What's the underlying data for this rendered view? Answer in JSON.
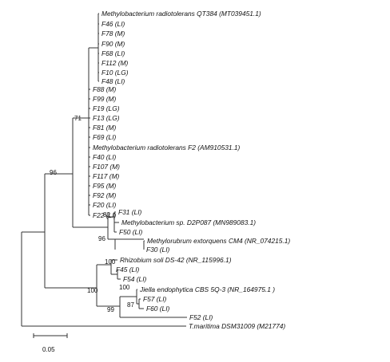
{
  "tree": {
    "line_color": "#333333",
    "taxa": [
      "Methylobacterium radiotolerans QT384 (MT039451.1)",
      "F46 (LI)",
      "F78 (M)",
      "F90 (M)",
      "F68 (LI)",
      "F112 (M)",
      "F10 (LG)",
      "F48 (LI)",
      "F88 (M)",
      "F99 (M)",
      "F19 (LG)",
      "F13 (LG)",
      "F81 (M)",
      "F69 (LI)",
      "Methylobacterium radiotolerans F2 (AM910531.1)",
      "F40 (LI)",
      "F107 (M)",
      "F117 (M)",
      "F95 (M)",
      "F92 (M)",
      "F20 (LI)",
      "F22 (LI)",
      "F31 (LI)",
      "Methylobacterium sp. D2P087 (MN989083.1)",
      "F50 (LI)",
      "Methylorubrum extorquens CM4 (NR_074215.1)",
      "F30 (LI)",
      "Rhizobium soli DS-42 (NR_115996.1)",
      "F45 (LI)",
      "F54 (LI)",
      "Jiella endophytica CBS 5Q-3 (NR_164975.1 )",
      "F57 (LI)",
      "F60 (LI)",
      "F52 (LI)",
      "T.maritima DSM31009 (M21774)"
    ],
    "bootstrap": {
      "b71": "71",
      "b96a": "96",
      "b82": "82",
      "b96b": "96",
      "b100a": "100",
      "b100b": "100",
      "b100c": "100",
      "b87": "87",
      "b99": "99"
    }
  },
  "scale_bar": {
    "label": "0.05"
  }
}
